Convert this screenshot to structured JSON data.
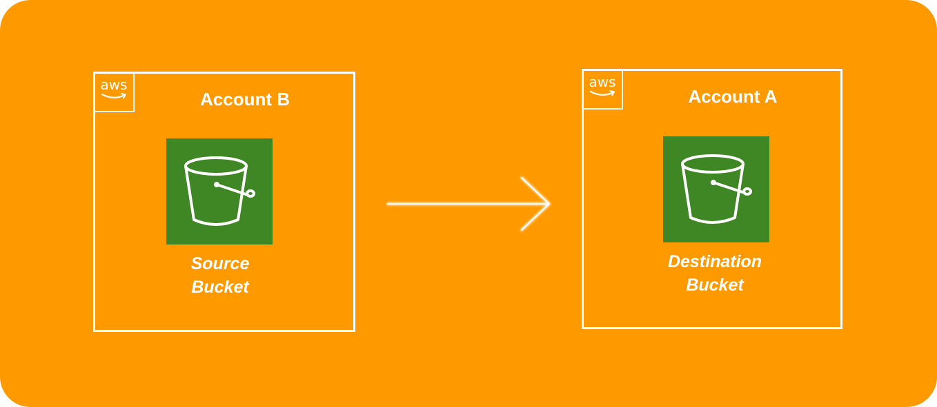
{
  "accounts": {
    "source": {
      "title": "Account B",
      "aws_logo_text": "aws",
      "bucket_icon": "s3-bucket-icon",
      "bucket_label_line1": "Source",
      "bucket_label_line2": "Bucket"
    },
    "destination": {
      "title": "Account A",
      "aws_logo_text": "aws",
      "bucket_icon": "s3-bucket-icon",
      "bucket_label_line1": "Destination",
      "bucket_label_line2": "Bucket"
    }
  },
  "colors": {
    "background": "#FF9900",
    "bucket_tile": "#3F8624",
    "foreground": "#FFFFFF"
  },
  "connector": {
    "icon": "arrow-right-icon"
  }
}
